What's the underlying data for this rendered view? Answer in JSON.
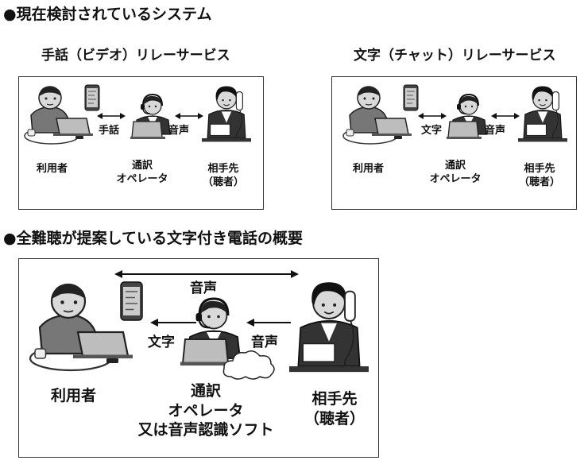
{
  "section1": {
    "heading": "●現在検討されているシステム",
    "video_relay": {
      "title": "手話（ビデオ）リレーサービス",
      "left_link": "手話",
      "right_link": "音声",
      "user": "利用者",
      "operator_line1": "通訳",
      "operator_line2": "オペレータ",
      "partner_line1": "相手先",
      "partner_line2": "（聴者）"
    },
    "chat_relay": {
      "title": "文字（チャット）リレーサービス",
      "left_link": "文字",
      "right_link": "音声",
      "user": "利用者",
      "operator_line1": "通訳",
      "operator_line2": "オペレータ",
      "partner_line1": "相手先",
      "partner_line2": "（聴者）"
    }
  },
  "section2": {
    "heading": "●全難聴が提案している文字付き電話の概要",
    "top_link": "音声",
    "left_link": "文字",
    "right_link": "音声",
    "user": "利用者",
    "operator_line1": "通訳",
    "operator_line2": "オペレータ",
    "operator_line3": "又は音声認識ソフト",
    "partner_line1": "相手先",
    "partner_line2": "（聴者）"
  }
}
